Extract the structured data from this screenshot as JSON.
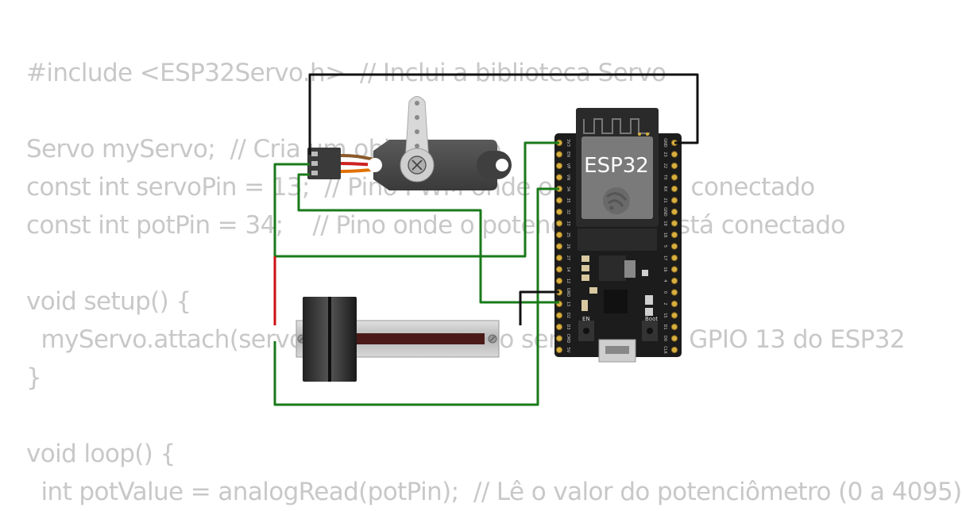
{
  "code_lines": [
    "#include <ESP32Servo.h>  // Inclui a biblioteca Servo",
    "",
    "Servo myServo;  // Cria um objeto servo",
    "const int servoPin = 13;  // Pino PWM onde o servo está conectado",
    "const int potPin = 34;    // Pino onde o potenciômetro está conectado",
    "",
    "void setup() {",
    "  myServo.attach(servoPin);  // Conecta o servo ao pino GPIO 13 do ESP32",
    "}",
    "",
    "void loop() {",
    "  int potValue = analogRead(potPin);  // Lê o valor do potenciômetro (0 a 4095)"
  ],
  "board": {
    "label": "ESP32",
    "left_pins": [
      "3V3",
      "EN",
      "VP",
      "VN",
      "34",
      "35",
      "32",
      "33",
      "25",
      "26",
      "27",
      "14",
      "12",
      "GND",
      "13",
      "D2",
      "D3",
      "CMD",
      "5V"
    ],
    "right_pins": [
      "GND",
      "23",
      "22",
      "TX",
      "RX",
      "21",
      "GND",
      "19",
      "18",
      "5",
      "17",
      "16",
      "4",
      "0",
      "2",
      "15",
      "D1",
      "D0",
      "CLK"
    ],
    "button_left_label": "EN",
    "button_right_label": "Boot"
  },
  "colors": {
    "wire_green": "#1a7a1a",
    "wire_black": "#111111",
    "wire_red": "#cc1111",
    "wire_orange": "#e07000",
    "code_text": "#c8c8c8",
    "board_bg": "#1c1c1c"
  }
}
